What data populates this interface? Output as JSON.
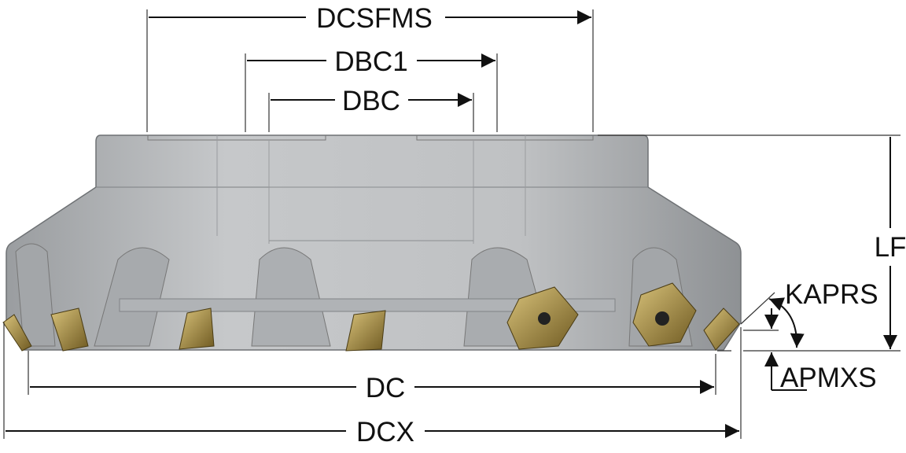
{
  "title": "Face mill cutter dimension diagram",
  "dimensions": {
    "dcsfms": "DCSFMS",
    "dbc1": "DBC1",
    "dbc": "DBC",
    "lf": "LF",
    "kaprs": "KAPRS",
    "apmxs": "APMXS",
    "dc": "DC",
    "dcx": "DCX"
  },
  "colors": {
    "body": "#b9bbbd",
    "body_dark": "#8f9295",
    "insert": "#b59a4a",
    "line": "#111111"
  }
}
